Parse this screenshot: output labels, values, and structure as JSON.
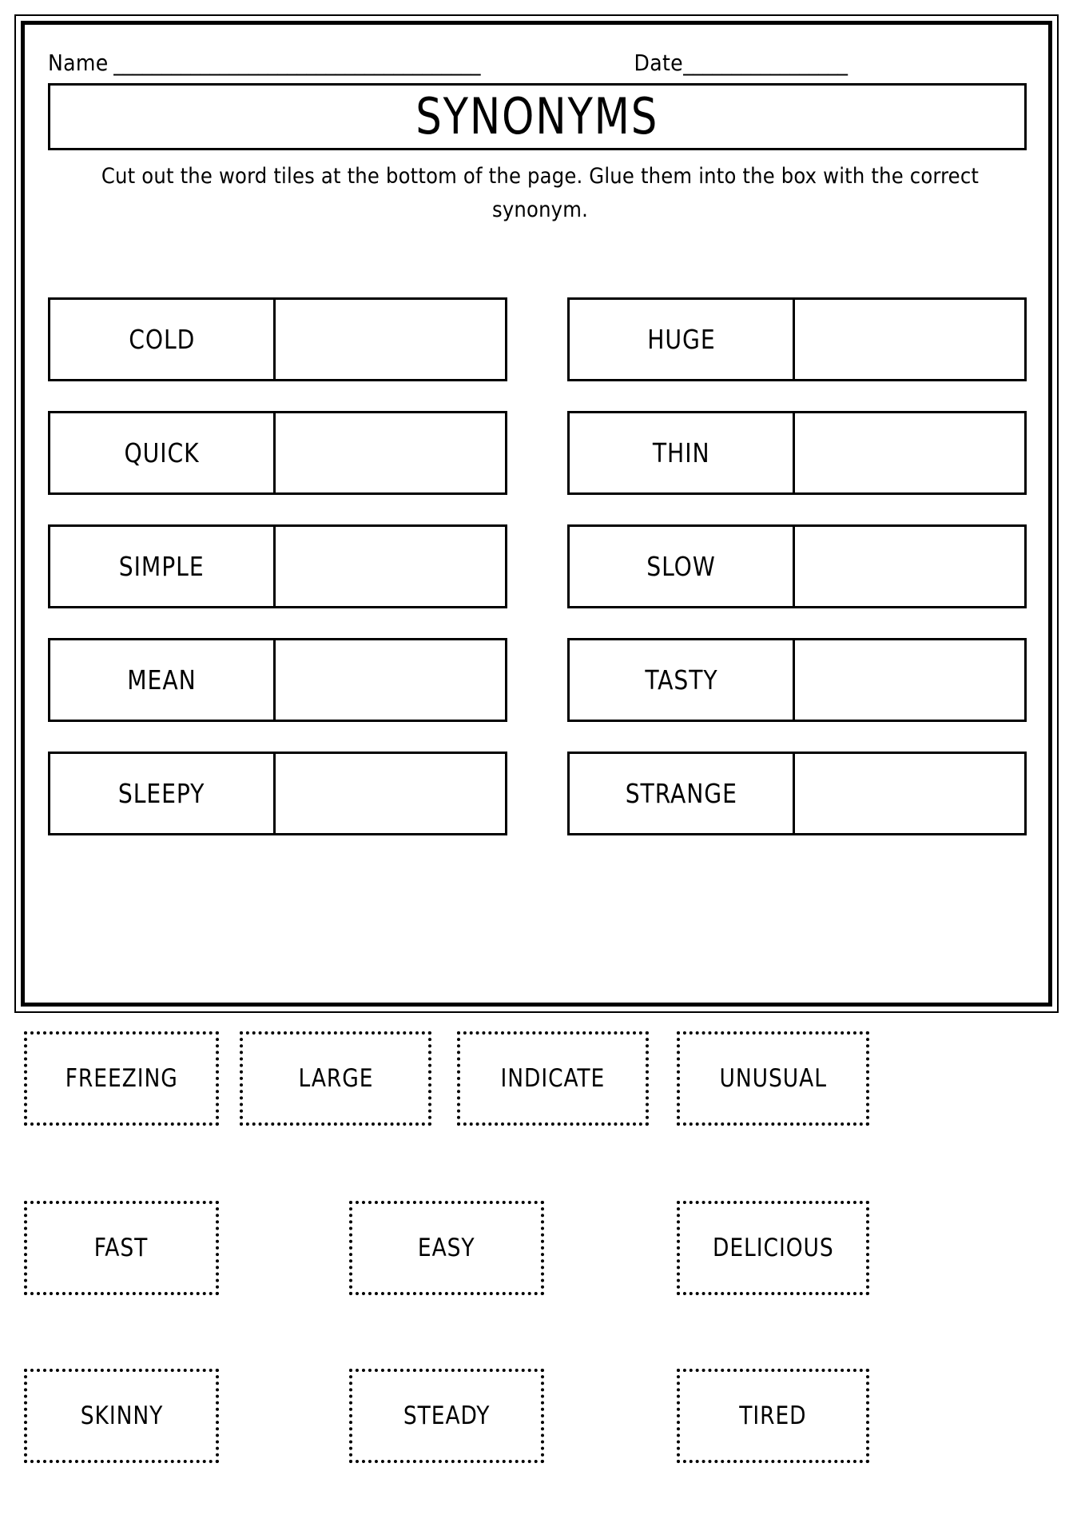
{
  "header": {
    "name_label": "Name",
    "name_rule": "______________________________________",
    "date_label": "Date",
    "date_rule": "_________________"
  },
  "title": "SYNONYMS",
  "instructions": "Cut out the word tiles at the bottom of the page. Glue them into the box with the correct synonym.",
  "match_items": {
    "left_column": [
      {
        "word": "COLD",
        "answer": ""
      },
      {
        "word": "QUICK",
        "answer": ""
      },
      {
        "word": "SIMPLE",
        "answer": ""
      },
      {
        "word": "MEAN",
        "answer": ""
      },
      {
        "word": "SLEEPY",
        "answer": ""
      }
    ],
    "right_column": [
      {
        "word": "HUGE",
        "answer": ""
      },
      {
        "word": "THIN",
        "answer": ""
      },
      {
        "word": "SLOW",
        "answer": ""
      },
      {
        "word": "TASTY",
        "answer": ""
      },
      {
        "word": "STRANGE",
        "answer": ""
      }
    ]
  },
  "word_tiles": {
    "row_1": [
      "FREEZING",
      "LARGE",
      "INDICATE",
      "UNUSUAL"
    ],
    "row_2": [
      "FAST",
      "EASY",
      "DELICIOUS"
    ],
    "row_3": [
      "SKINNY",
      "STEADY",
      "TIRED"
    ]
  },
  "colors": {
    "ink": "#000000",
    "paper": "#ffffff"
  }
}
